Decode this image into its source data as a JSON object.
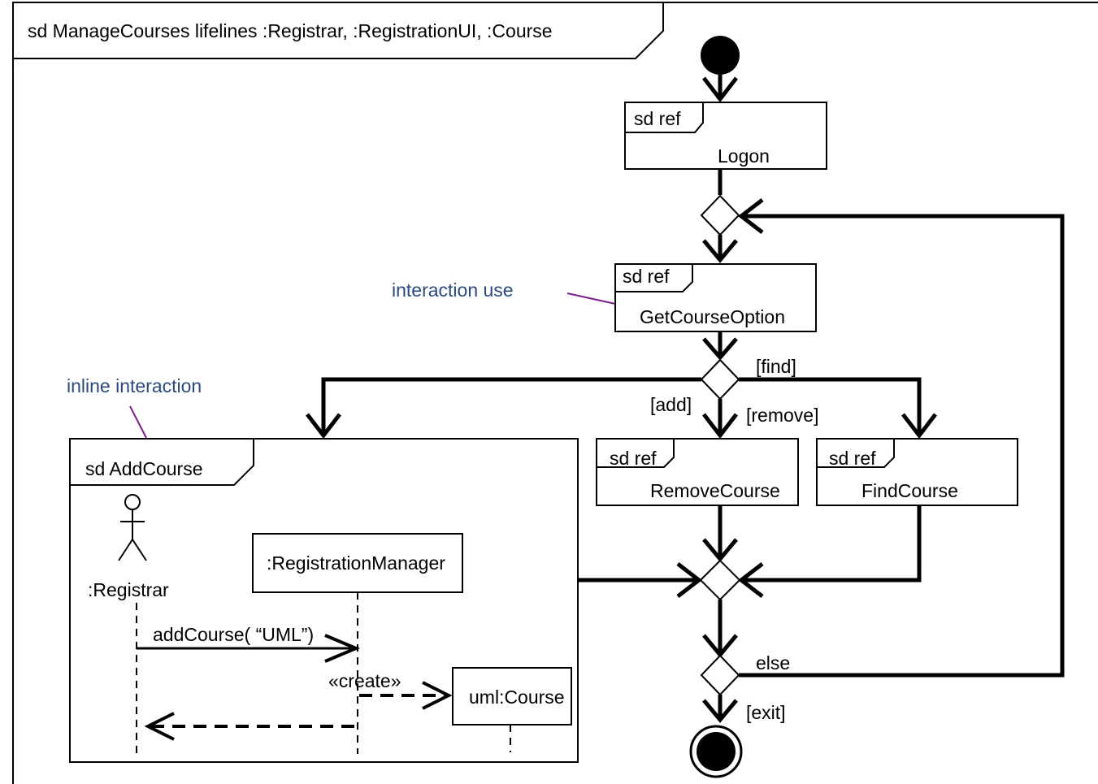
{
  "frame": {
    "title": "sd ManageCourses lifelines :Registrar, :RegistrationUI, :Course"
  },
  "annotations": {
    "interaction_use": "interaction use",
    "inline_interaction": "inline interaction",
    "color": "#2a4a7f",
    "connector_color": "#7a1f8c"
  },
  "refs": {
    "logon": {
      "tag": "sd ref",
      "name": "Logon"
    },
    "get_course_option": {
      "tag": "sd ref",
      "name": "GetCourseOption"
    },
    "remove_course": {
      "tag": "sd ref",
      "name": "RemoveCourse"
    },
    "find_course": {
      "tag": "sd ref",
      "name": "FindCourse"
    }
  },
  "guards": {
    "find": "[find]",
    "add": "[add]",
    "remove": "[remove]",
    "else": "else",
    "exit": "[exit]"
  },
  "inline": {
    "title": "sd AddCourse",
    "actor": ":Registrar",
    "manager": ":RegistrationManager",
    "course": "uml:Course",
    "message": "addCourse( “UML”)",
    "create": "«create»"
  }
}
